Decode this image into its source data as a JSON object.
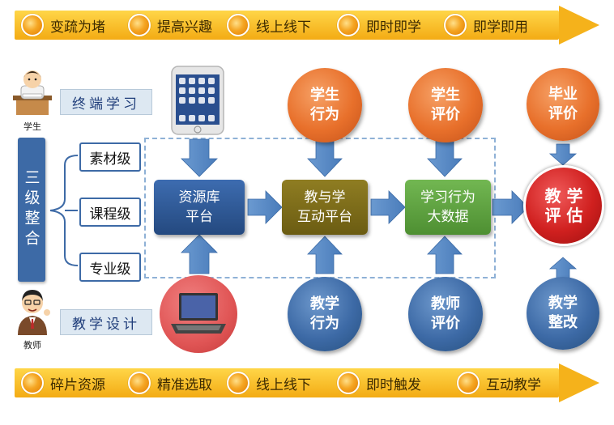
{
  "top_banner": [
    "变疏为堵",
    "提高兴趣",
    "线上线下",
    "即时即学",
    "即学即用"
  ],
  "bottom_banner": [
    "碎片资源",
    "精准选取",
    "线上线下",
    "即时触发",
    "互动教学"
  ],
  "student": {
    "caption": "学生",
    "label": "终端学习"
  },
  "teacher": {
    "caption": "教师",
    "label": "教学设计"
  },
  "integration": {
    "label": "三级整合",
    "levels": [
      "素材级",
      "课程级",
      "专业级"
    ]
  },
  "nodes": {
    "resource": [
      "资源库",
      "平台"
    ],
    "interactive": [
      "教与学",
      "互动平台"
    ],
    "bigdata": [
      "学习行为",
      "大数据"
    ]
  },
  "circles": {
    "student_behavior": [
      "学生",
      "行为"
    ],
    "student_eval": [
      "学生",
      "评价"
    ],
    "graduate_eval": [
      "毕业",
      "评价"
    ],
    "teaching_behavior": [
      "教学",
      "行为"
    ],
    "teacher_eval": [
      "教师",
      "评价"
    ],
    "teaching_reform": [
      "教学",
      "整改"
    ],
    "teaching_assessment": [
      "教 学",
      "评 估"
    ]
  },
  "colors": {
    "banner": "#f5b21b",
    "navy": "#2c4f8a",
    "olive": "#7c6b18",
    "green": "#5fa340",
    "orange_circle": "#e8702b",
    "blue_circle": "#3d6aa6",
    "red_circle": "#d0201f",
    "arrow_blue": "#5b8fcb"
  }
}
